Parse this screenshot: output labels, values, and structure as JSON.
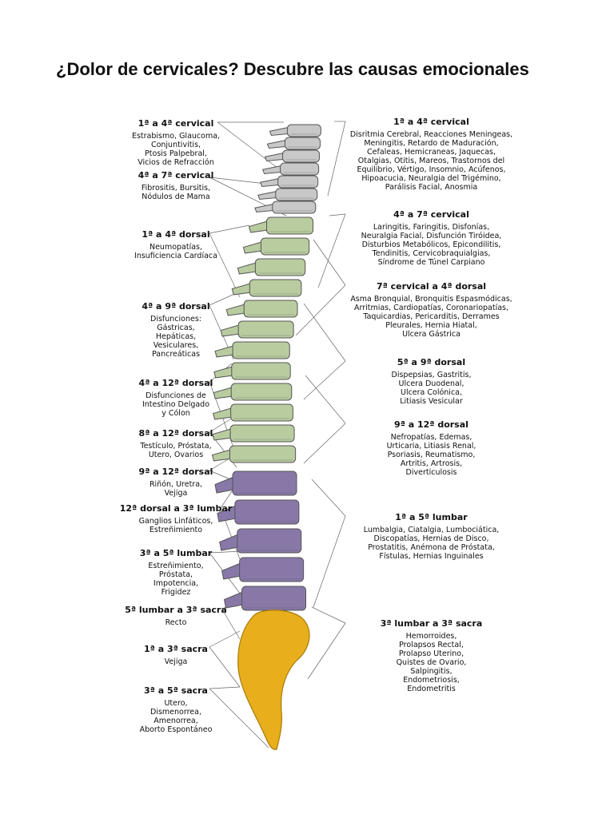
{
  "title": "¿Dolor de cervicales? Descubre las causas emocionales",
  "colors": {
    "cervical": "#c8c8c8",
    "dorsal": "#b9cca0",
    "lumbar": "#8878a8",
    "sacra": "#e8ae1c",
    "outline": "#555555",
    "connector": "#666666"
  },
  "left_labels": [
    {
      "heading": "1ª a 4ª cervical",
      "lines": [
        "Estrabismo, Glaucoma,",
        "Conjuntivitis,",
        "Ptosis Palpebral,",
        "Vicios de Refracción"
      ]
    },
    {
      "heading": "4ª a 7ª cervical",
      "lines": [
        "Fibrositis, Bursitis,",
        "Nódulos de Mama"
      ]
    },
    {
      "heading": "1ª a 4ª dorsal",
      "lines": [
        "Neumopatías,",
        "Insuficiencia Cardíaca"
      ]
    },
    {
      "heading": "4ª a 9ª dorsal",
      "lines": [
        "Disfunciones:",
        "Gástricas,",
        "Hepáticas,",
        "Vesiculares,",
        "Pancreáticas"
      ]
    },
    {
      "heading": "4ª a 12ª dorsal",
      "lines": [
        "Disfunciones de",
        "Intestino Delgado",
        "y Cólon"
      ]
    },
    {
      "heading": "8ª a 12ª dorsal",
      "lines": [
        "Testículo, Próstata,",
        "Utero, Ovarios"
      ]
    },
    {
      "heading": "9ª a 12ª dorsal",
      "lines": [
        "Riñón, Uretra,",
        "Vejiga"
      ]
    },
    {
      "heading": "12ª dorsal a 3ª lumbar",
      "lines": [
        "Ganglios Linfáticos,",
        "Estreñimiento"
      ]
    },
    {
      "heading": "3ª a 5ª lumbar",
      "lines": [
        "Estreñimiento,",
        "Próstata,",
        "Impotencia,",
        "Frigidez"
      ]
    },
    {
      "heading": "5ª lumbar a 3ª sacra",
      "lines": [
        "Recto"
      ]
    },
    {
      "heading": "1ª a 3ª sacra",
      "lines": [
        "Vejiga"
      ]
    },
    {
      "heading": "3ª a 5ª sacra",
      "lines": [
        "Utero,",
        "Dismenorrea,",
        "Amenorrea,",
        "Aborto Espontáneo"
      ]
    }
  ],
  "right_labels": [
    {
      "heading": "1ª a 4ª cervical",
      "lines": [
        "Disritmia Cerebral, Reacciones Meningeas,",
        "Meningitis, Retardo de Maduración,",
        "Cefaleas, Hemicraneas, Jaquecas,",
        "Otalgias, Otitis, Mareos, Trastornos del",
        "Equilibrio, Vértigo, Insomnio, Acúfenos,",
        "Hipoacucia, Neuralgia del Trigémino,",
        "Parálisis Facial, Anosmia"
      ]
    },
    {
      "heading": "4ª a 7ª cervical",
      "lines": [
        "Laringitis, Faringitis, Disfonías,",
        "Neuralgia Facial, Disfunción Tiróidea,",
        "Disturbios Metabólicos, Epicondilitis,",
        "Tendinitis, Cervicobraquialgias,",
        "Síndrome de Túnel Carpiano"
      ]
    },
    {
      "heading": "7ª cervical a 4ª dorsal",
      "lines": [
        "Asma Bronquial, Bronquitis Espasmódicas,",
        "Arritmias, Cardiopatías, Coronariopatías,",
        "Taquicardias, Pericarditis, Derrames",
        "Pleurales, Hernia Hiatal,",
        "Ulcera Gástrica"
      ]
    },
    {
      "heading": "5ª a 9ª dorsal",
      "lines": [
        "Dispepsias, Gastritis,",
        "Ulcera Duodenal,",
        "Ulcera Colónica,",
        "Litiasis Vesicular"
      ]
    },
    {
      "heading": "9ª a 12ª dorsal",
      "lines": [
        "Nefropatías, Edemas,",
        "Urticaria, Litiasis Renal,",
        "Psoriasis, Reumatismo,",
        "Artritis, Artrosis,",
        "Diverticulosis"
      ]
    },
    {
      "heading": "1ª a 5ª lumbar",
      "lines": [
        "Lumbalgia, Ciatalgia, Lumbociática,",
        "Discopatías, Hernias de Disco,",
        "Prostatitis, Anémona de Próstata,",
        "Fístulas, Hernias Inguinales"
      ]
    },
    {
      "heading": "3ª lumbar a 3ª sacra",
      "lines": [
        "Hemorroides,",
        "Prolapsos Rectal,",
        "Prolapso Uterino,",
        "Quistes de Ovario,",
        "Salpingitis,",
        "Endometriosis,",
        "Endometritis"
      ]
    }
  ]
}
